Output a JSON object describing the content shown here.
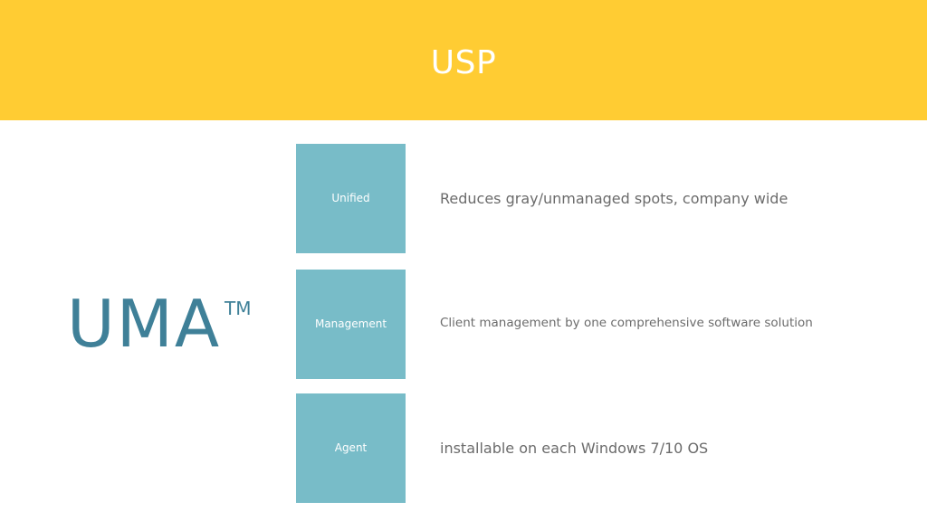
{
  "header": {
    "title": "USP"
  },
  "logo": {
    "text": "UMA",
    "tm": "TM"
  },
  "items": [
    {
      "label": "Unified",
      "description": "Reduces gray/unmanaged spots, company wide"
    },
    {
      "label": "Management",
      "description": "Client management by one comprehensive software solution"
    },
    {
      "label": "Agent",
      "description": "installable on each Windows 7/10 OS"
    }
  ],
  "colors": {
    "header_bg": "#FFCC33",
    "box_bg": "#78BCC8",
    "logo": "#3F8098",
    "text": "#6b6b6b"
  }
}
